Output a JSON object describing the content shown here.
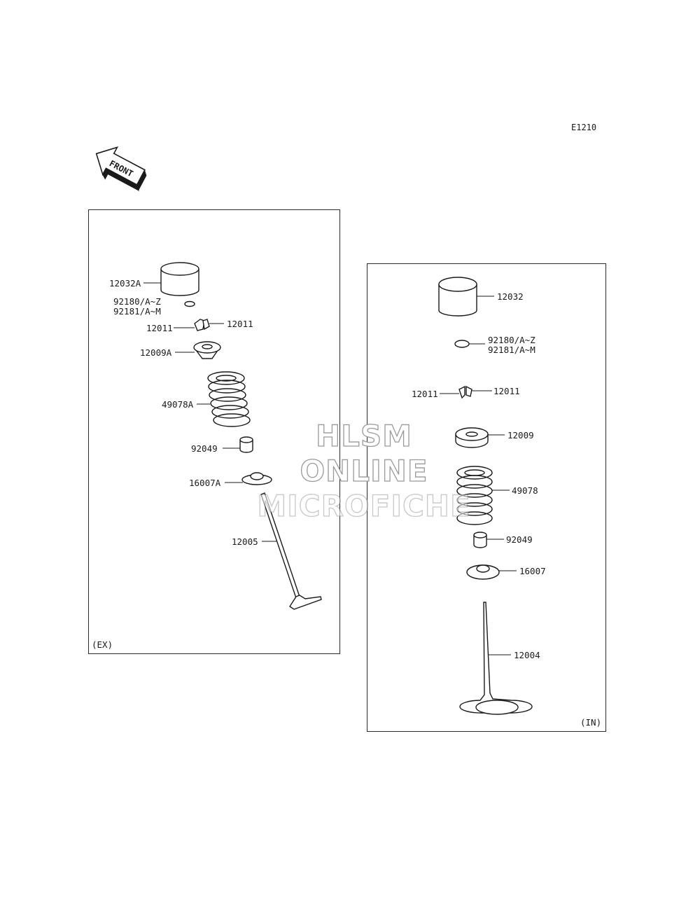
{
  "diagram_code": "E1210",
  "front_arrow": {
    "text": "FRONT",
    "icon": "front-arrow-icon"
  },
  "panels": {
    "ex": {
      "tag": "(EX)",
      "labels": {
        "tappet": "12032A",
        "shim_1": "92180/A~Z",
        "shim_2": "92181/A~M",
        "cotter_left": "12011",
        "cotter_right": "12011",
        "retainer": "12009A",
        "spring": "49078A",
        "seal": "92049",
        "seat": "16007A",
        "valve": "12005"
      }
    },
    "in": {
      "tag": "(IN)",
      "labels": {
        "tappet": "12032",
        "shim_1": "92180/A~Z",
        "shim_2": "92181/A~M",
        "cotter_left": "12011",
        "cotter_right": "12011",
        "retainer": "12009",
        "spring": "49078",
        "seal": "92049",
        "seat": "16007",
        "valve": "12004"
      }
    }
  },
  "watermark": {
    "line1": "HLSM",
    "line2": "ONLINE",
    "line3": "MICROFICHE"
  },
  "colors": {
    "ink": "#1a1a1a",
    "watermark_outline": "#9a9a9a",
    "background": "#ffffff"
  }
}
